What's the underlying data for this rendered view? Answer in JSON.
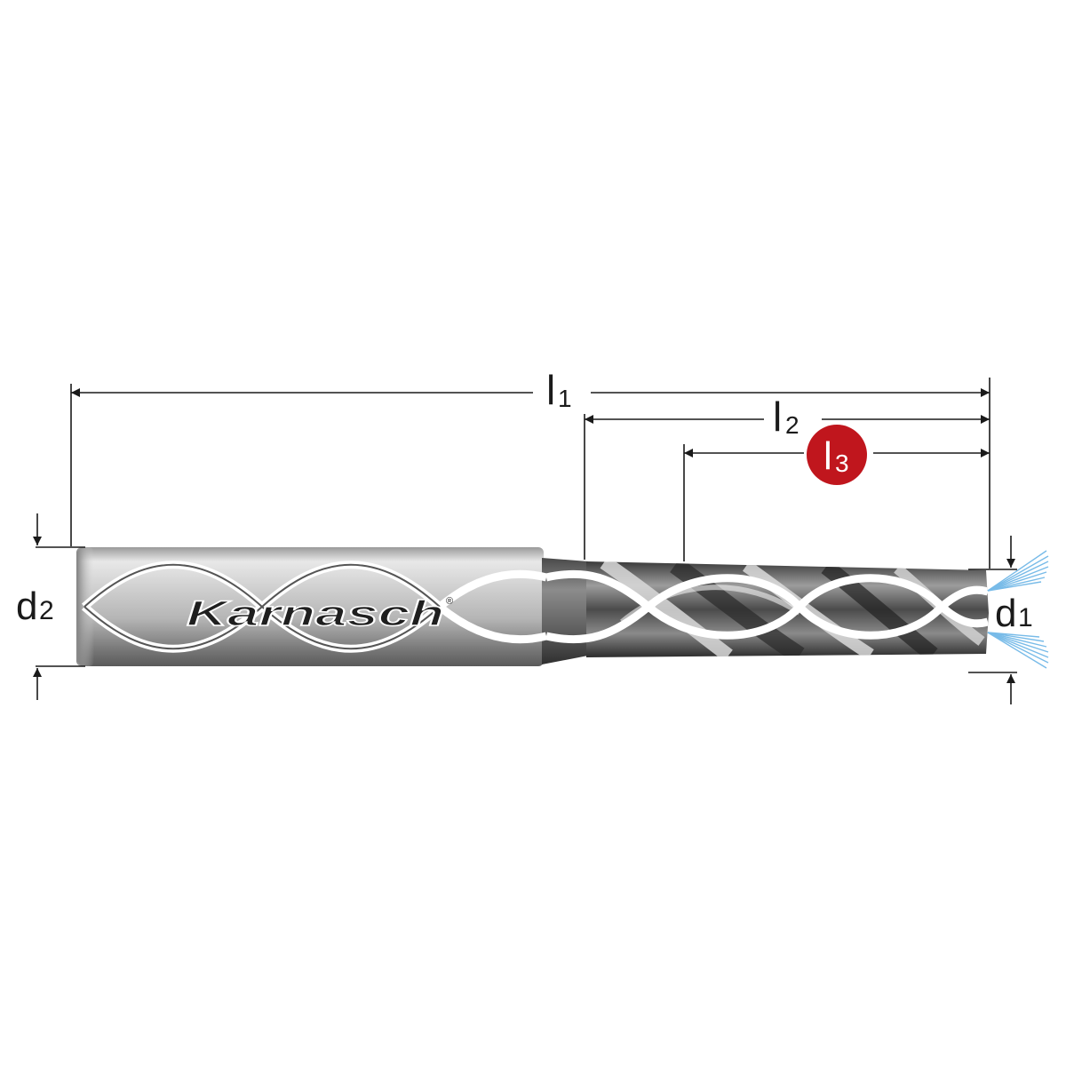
{
  "dimensions": {
    "l1": {
      "main": "l",
      "sub": "1"
    },
    "l2": {
      "main": "l",
      "sub": "2"
    },
    "l3": {
      "main": "l",
      "sub": "3"
    },
    "d1": {
      "main": "d",
      "sub": "1"
    },
    "d2": {
      "main": "d",
      "sub": "2"
    }
  },
  "brand": {
    "name": "Karnasch",
    "mark": "®"
  },
  "colors": {
    "line": "#1a1a1a",
    "highlight": "#c0161d",
    "coolant": "#6ab4e6"
  }
}
